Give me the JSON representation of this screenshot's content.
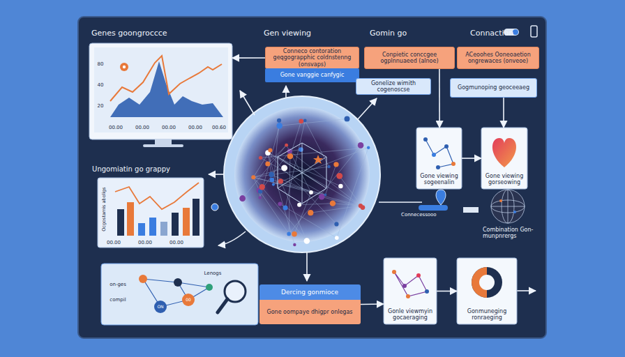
{
  "diagram": {
    "nodes": [
      {
        "text": [
          "80",
          "40",
          "20",
          "00.00",
          "00.00",
          "00.00",
          "00.00",
          "00.60"
        ]
      },
      {
        "text": [
          "Conneco contoration geqgograpphic coldnstenng (onsvaps)"
        ]
      },
      {
        "text": [
          "Gone vanggie canfygic"
        ]
      },
      {
        "text": [
          "Conpietic conccgee ogplnnuaeed (alnoe)"
        ]
      },
      {
        "text": [
          "Gonelize wimith cogenoscse"
        ]
      },
      {
        "text": [
          "ACeoohes Ooneoaetion ongrewaces (onveoe)"
        ]
      },
      {
        "text": [
          "Gogmunoping geoceeaeg"
        ]
      },
      {
        "text": [
          "Ungomiatin go grappy",
          "Ocgostamis aboligs",
          "00.00",
          "00.00",
          "00.00"
        ]
      },
      {
        "text": [
          "Gone viewing sogeenalin"
        ]
      },
      {
        "text": [
          "Gone viewing gorseowing"
        ]
      },
      {
        "text": [
          "on-ges",
          "compil",
          "Lenogs",
          "00",
          "ON"
        ]
      },
      {
        "text": [
          "Dercing gonmioce",
          "Gone oompaye dhigpr onlegas"
        ]
      },
      {
        "text": [
          "Gonle viewmyin gocaeraging"
        ]
      },
      {
        "text": [
          "Gonmuneging ronraeging"
        ]
      }
    ],
    "edges": [
      {
        "from": 1,
        "to": 0,
        "arrow": "to"
      },
      {
        "from": 3,
        "to": 8,
        "arrow": "to"
      },
      {
        "from": 6,
        "to": 9,
        "arrow": "to"
      },
      {
        "from": 8,
        "to": 9,
        "arrow": "to"
      },
      {
        "from": 11,
        "to": 12,
        "arrow": "to"
      },
      {
        "from": 12,
        "to": 13,
        "arrow": "to"
      }
    ],
    "labels": [
      "Genes goongroccce",
      "Gen viewing",
      "Gomin go",
      "Connaction",
      "Connecessooo",
      "Combination Gon-munpnrergs"
    ]
  }
}
